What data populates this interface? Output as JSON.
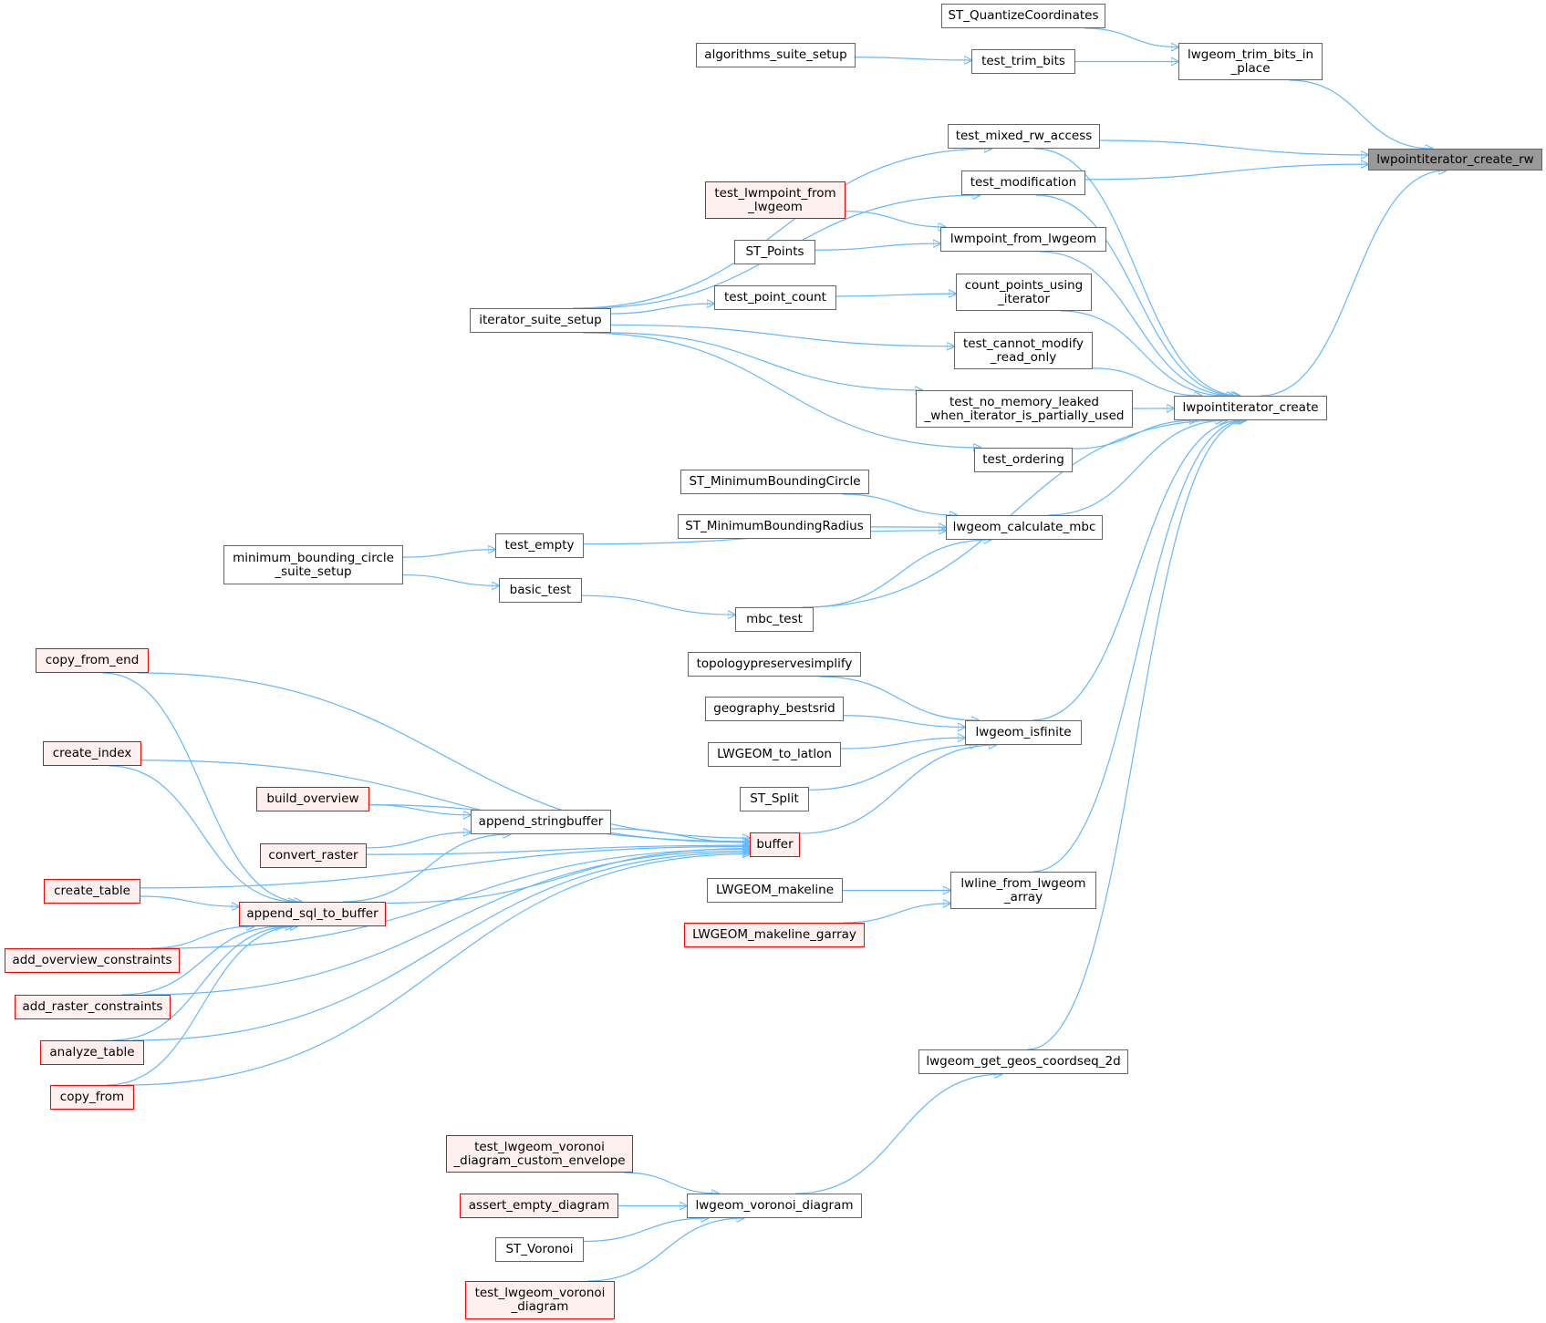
{
  "diagram": {
    "edge_color": "#63b8ff",
    "target_fill": "#999999",
    "truncated_border": "#ff0000",
    "truncated_fill": "#fff0f0",
    "nodes": {
      "lwpointiterator_create_rw": {
        "label": "lwpointiterator_create_rw",
        "target": true
      },
      "lwpointiterator_create": {
        "label": "lwpointiterator_create"
      },
      "lwgeom_trim_bits_in_place": {
        "label": "lwgeom_trim_bits_in\n_place"
      },
      "ST_QuantizeCoordinates": {
        "label": "ST_QuantizeCoordinates"
      },
      "test_trim_bits": {
        "label": "test_trim_bits"
      },
      "algorithms_suite_setup": {
        "label": "algorithms_suite_setup"
      },
      "test_mixed_rw_access": {
        "label": "test_mixed_rw_access"
      },
      "test_modification": {
        "label": "test_modification"
      },
      "test_lwmpoint_from_lwgeom": {
        "label": "test_lwmpoint_from\n_lwgeom",
        "truncated": true
      },
      "lwmpoint_from_lwgeom": {
        "label": "lwmpoint_from_lwgeom"
      },
      "ST_Points": {
        "label": "ST_Points"
      },
      "count_points_using_iterator": {
        "label": "count_points_using\n_iterator"
      },
      "test_point_count": {
        "label": "test_point_count"
      },
      "iterator_suite_setup": {
        "label": "iterator_suite_setup"
      },
      "test_cannot_modify_read_only": {
        "label": "test_cannot_modify\n_read_only"
      },
      "test_no_memory_leaked": {
        "label": "test_no_memory_leaked\n_when_iterator_is_partially_used"
      },
      "test_ordering": {
        "label": "test_ordering"
      },
      "ST_MinimumBoundingCircle": {
        "label": "ST_MinimumBoundingCircle"
      },
      "ST_MinimumBoundingRadius": {
        "label": "ST_MinimumBoundingRadius"
      },
      "lwgeom_calculate_mbc": {
        "label": "lwgeom_calculate_mbc"
      },
      "test_empty": {
        "label": "test_empty"
      },
      "minimum_bounding_circle_suite_setup": {
        "label": "minimum_bounding_circle\n_suite_setup"
      },
      "basic_test": {
        "label": "basic_test"
      },
      "mbc_test": {
        "label": "mbc_test"
      },
      "topologypreservesimplify": {
        "label": "topologypreservesimplify"
      },
      "geography_bestsrid": {
        "label": "geography_bestsrid"
      },
      "LWGEOM_to_latlon": {
        "label": "LWGEOM_to_latlon"
      },
      "ST_Split": {
        "label": "ST_Split"
      },
      "lwgeom_isfinite": {
        "label": "lwgeom_isfinite"
      },
      "buffer": {
        "label": "buffer",
        "truncated": true
      },
      "copy_from_end": {
        "label": "copy_from_end",
        "truncated": true
      },
      "create_index": {
        "label": "create_index",
        "truncated": true
      },
      "build_overview": {
        "label": "build_overview",
        "truncated": true
      },
      "append_stringbuffer": {
        "label": "append_stringbuffer"
      },
      "convert_raster": {
        "label": "convert_raster",
        "truncated": true
      },
      "create_table": {
        "label": "create_table",
        "truncated": true
      },
      "append_sql_to_buffer": {
        "label": "append_sql_to_buffer",
        "truncated": true
      },
      "add_overview_constraints": {
        "label": "add_overview_constraints",
        "truncated": true
      },
      "add_raster_constraints": {
        "label": "add_raster_constraints",
        "truncated": true
      },
      "analyze_table": {
        "label": "analyze_table",
        "truncated": true
      },
      "copy_from": {
        "label": "copy_from",
        "truncated": true
      },
      "LWGEOM_makeline": {
        "label": "LWGEOM_makeline"
      },
      "LWGEOM_makeline_garray": {
        "label": "LWGEOM_makeline_garray",
        "truncated": true
      },
      "lwline_from_lwgeom_array": {
        "label": "lwline_from_lwgeom\n_array"
      },
      "lwgeom_get_geos_coordseq_2d": {
        "label": "lwgeom_get_geos_coordseq_2d"
      },
      "test_lwgeom_voronoi_diagram_custom_envelope": {
        "label": "test_lwgeom_voronoi\n_diagram_custom_envelope",
        "truncated": true
      },
      "assert_empty_diagram": {
        "label": "assert_empty_diagram",
        "truncated": true
      },
      "ST_Voronoi": {
        "label": "ST_Voronoi"
      },
      "lwgeom_voronoi_diagram": {
        "label": "lwgeom_voronoi_diagram"
      },
      "test_lwgeom_voronoi_diagram": {
        "label": "test_lwgeom_voronoi\n_diagram",
        "truncated": true
      }
    },
    "edges": [
      [
        "lwgeom_trim_bits_in_place",
        "lwpointiterator_create_rw"
      ],
      [
        "test_mixed_rw_access",
        "lwpointiterator_create_rw"
      ],
      [
        "test_modification",
        "lwpointiterator_create_rw"
      ],
      [
        "lwpointiterator_create",
        "lwpointiterator_create_rw"
      ],
      [
        "ST_QuantizeCoordinates",
        "lwgeom_trim_bits_in_place"
      ],
      [
        "test_trim_bits",
        "lwgeom_trim_bits_in_place"
      ],
      [
        "algorithms_suite_setup",
        "test_trim_bits"
      ],
      [
        "iterator_suite_setup",
        "test_mixed_rw_access"
      ],
      [
        "iterator_suite_setup",
        "test_modification"
      ],
      [
        "iterator_suite_setup",
        "test_point_count"
      ],
      [
        "iterator_suite_setup",
        "test_cannot_modify_read_only"
      ],
      [
        "iterator_suite_setup",
        "test_no_memory_leaked"
      ],
      [
        "iterator_suite_setup",
        "test_ordering"
      ],
      [
        "test_lwmpoint_from_lwgeom",
        "lwmpoint_from_lwgeom"
      ],
      [
        "ST_Points",
        "lwmpoint_from_lwgeom"
      ],
      [
        "test_point_count",
        "count_points_using_iterator"
      ],
      [
        "test_mixed_rw_access",
        "lwpointiterator_create"
      ],
      [
        "test_modification",
        "lwpointiterator_create"
      ],
      [
        "lwmpoint_from_lwgeom",
        "lwpointiterator_create"
      ],
      [
        "count_points_using_iterator",
        "lwpointiterator_create"
      ],
      [
        "test_cannot_modify_read_only",
        "lwpointiterator_create"
      ],
      [
        "test_no_memory_leaked",
        "lwpointiterator_create"
      ],
      [
        "test_ordering",
        "lwpointiterator_create"
      ],
      [
        "lwgeom_calculate_mbc",
        "lwpointiterator_create"
      ],
      [
        "mbc_test",
        "lwpointiterator_create"
      ],
      [
        "lwgeom_isfinite",
        "lwpointiterator_create"
      ],
      [
        "lwline_from_lwgeom_array",
        "lwpointiterator_create"
      ],
      [
        "lwgeom_get_geos_coordseq_2d",
        "lwpointiterator_create"
      ],
      [
        "ST_MinimumBoundingCircle",
        "lwgeom_calculate_mbc"
      ],
      [
        "ST_MinimumBoundingRadius",
        "lwgeom_calculate_mbc"
      ],
      [
        "test_empty",
        "lwgeom_calculate_mbc"
      ],
      [
        "mbc_test",
        "lwgeom_calculate_mbc"
      ],
      [
        "minimum_bounding_circle_suite_setup",
        "test_empty"
      ],
      [
        "minimum_bounding_circle_suite_setup",
        "basic_test"
      ],
      [
        "basic_test",
        "mbc_test"
      ],
      [
        "topologypreservesimplify",
        "lwgeom_isfinite"
      ],
      [
        "geography_bestsrid",
        "lwgeom_isfinite"
      ],
      [
        "LWGEOM_to_latlon",
        "lwgeom_isfinite"
      ],
      [
        "ST_Split",
        "lwgeom_isfinite"
      ],
      [
        "buffer",
        "lwgeom_isfinite"
      ],
      [
        "copy_from_end",
        "buffer"
      ],
      [
        "create_index",
        "buffer"
      ],
      [
        "create_table",
        "buffer"
      ],
      [
        "build_overview",
        "buffer"
      ],
      [
        "append_stringbuffer",
        "buffer"
      ],
      [
        "convert_raster",
        "buffer"
      ],
      [
        "append_sql_to_buffer",
        "buffer"
      ],
      [
        "add_overview_constraints",
        "buffer"
      ],
      [
        "add_raster_constraints",
        "buffer"
      ],
      [
        "analyze_table",
        "buffer"
      ],
      [
        "copy_from",
        "buffer"
      ],
      [
        "build_overview",
        "append_stringbuffer"
      ],
      [
        "convert_raster",
        "append_stringbuffer"
      ],
      [
        "append_sql_to_buffer",
        "append_stringbuffer"
      ],
      [
        "copy_from_end",
        "append_sql_to_buffer"
      ],
      [
        "create_index",
        "append_sql_to_buffer"
      ],
      [
        "create_table",
        "append_sql_to_buffer"
      ],
      [
        "add_overview_constraints",
        "append_sql_to_buffer"
      ],
      [
        "add_raster_constraints",
        "append_sql_to_buffer"
      ],
      [
        "analyze_table",
        "append_sql_to_buffer"
      ],
      [
        "copy_from",
        "append_sql_to_buffer"
      ],
      [
        "LWGEOM_makeline",
        "lwline_from_lwgeom_array"
      ],
      [
        "LWGEOM_makeline_garray",
        "lwline_from_lwgeom_array"
      ],
      [
        "lwgeom_voronoi_diagram",
        "lwgeom_get_geos_coordseq_2d"
      ],
      [
        "test_lwgeom_voronoi_diagram_custom_envelope",
        "lwgeom_voronoi_diagram"
      ],
      [
        "assert_empty_diagram",
        "lwgeom_voronoi_diagram"
      ],
      [
        "ST_Voronoi",
        "lwgeom_voronoi_diagram"
      ],
      [
        "test_lwgeom_voronoi_diagram",
        "lwgeom_voronoi_diagram"
      ]
    ]
  }
}
